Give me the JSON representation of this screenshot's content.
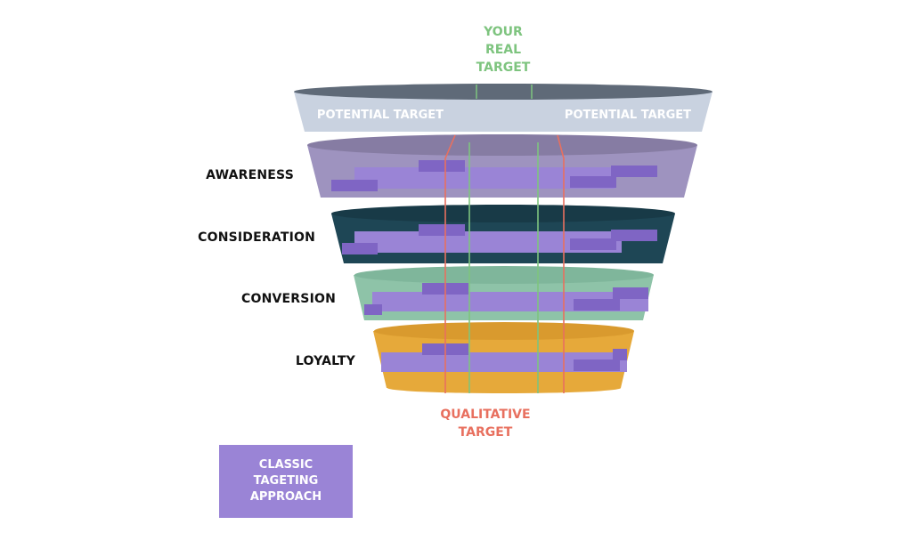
{
  "title_lines": [
    "YOUR",
    "REAL",
    "TARGET"
  ],
  "potential_target_left": "POTENTIAL TARGET",
  "potential_target_right": "POTENTIAL TARGET",
  "stages": [
    {
      "label": "AWARENESS",
      "color": "#9e93bf"
    },
    {
      "label": "CONSIDERATION",
      "color": "#1e4655"
    },
    {
      "label": "CONVERSION",
      "color": "#8ec3a8"
    },
    {
      "label": "LOYALTY",
      "color": "#e6a93a"
    }
  ],
  "qualitative_lines": [
    "QUALITATIVE",
    "TARGET"
  ],
  "classic_box_lines": [
    "CLASSIC",
    "TAGETING",
    "APPROACH"
  ],
  "colors": {
    "top_rim": "#5f6a78",
    "top_band": "#c9d2e0",
    "bar_purple": "#9a84d6",
    "bar_purple_dark": "#7f65c4",
    "real_target_green": "#7ec47f",
    "qualitative_red": "#e8705f"
  }
}
